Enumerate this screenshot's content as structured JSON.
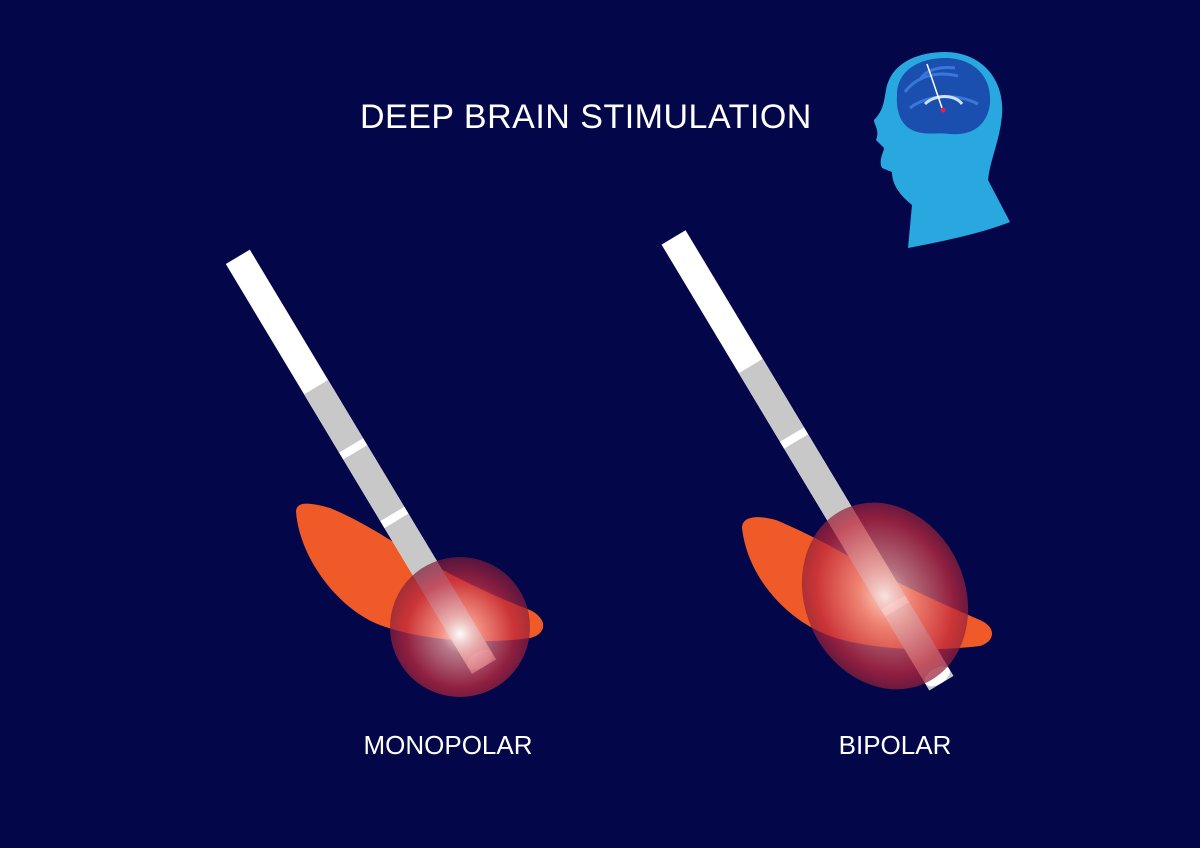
{
  "title": "DEEP BRAIN STIMULATION",
  "panels": [
    {
      "label": "MONOPOLAR"
    },
    {
      "label": "BIPOLAR"
    }
  ],
  "colors": {
    "background": "#03074a",
    "head": "#29a8e0",
    "brain": "#1a4fb0",
    "lead": "#ffffff",
    "contact": "#c8c8c8",
    "target_nucleus": "#f05a28",
    "stimulation_field": "#c0283c"
  },
  "icons": [
    "head-with-brain-icon"
  ]
}
